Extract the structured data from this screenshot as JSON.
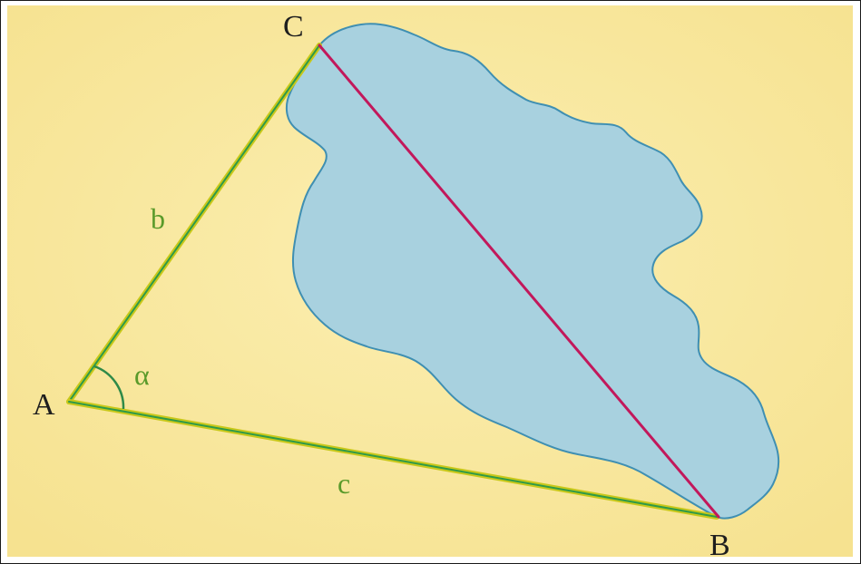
{
  "colors": {
    "paper": "#f9e9a4",
    "paper_edge": "#f3df92",
    "lake_fill": "#a8d1df",
    "lake_stroke": "#3f8fb2",
    "side": "#c8c81a",
    "side_inner": "#2f9a48",
    "hypotenuse": "#c2185b",
    "label_dark": "#1e1e1e",
    "label_green": "#5a9a2a",
    "angle_arc": "#2f8a48"
  },
  "vertices": {
    "a": "A",
    "b": "B",
    "c": "C"
  },
  "sides": {
    "b": "b",
    "c": "c"
  },
  "angle": {
    "alpha": "α"
  }
}
